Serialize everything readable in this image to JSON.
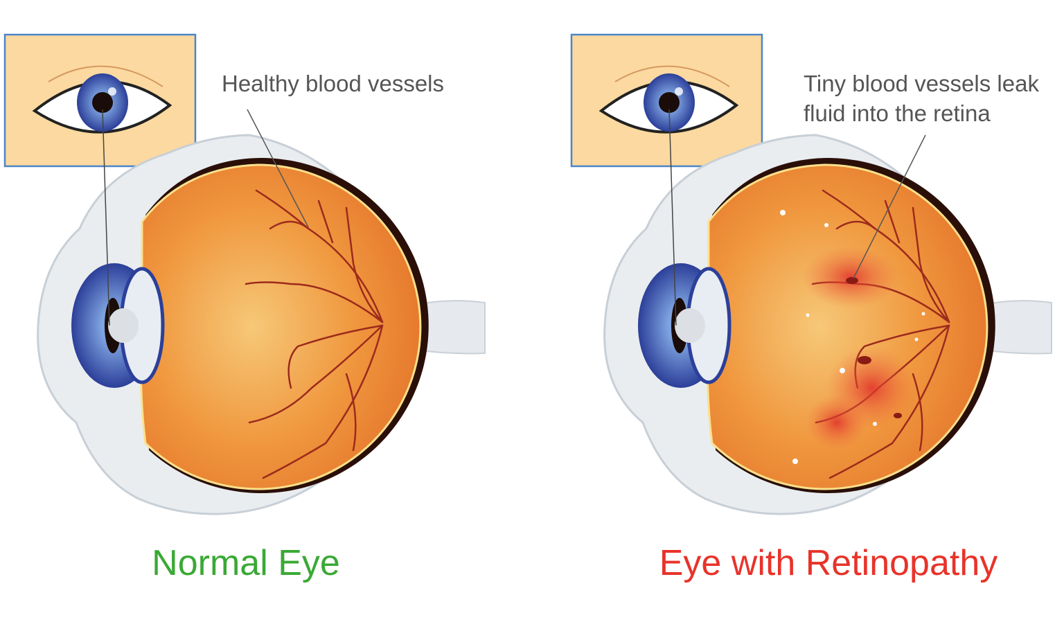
{
  "panels": [
    {
      "caption": "Normal Eye",
      "caption_color": "#3aa935",
      "annotation": [
        "Healthy blood vessels"
      ]
    },
    {
      "caption": "Eye with Retinopathy",
      "caption_color": "#e8332a",
      "annotation": [
        "Tiny blood vessels leak",
        "fluid into the retina"
      ]
    }
  ],
  "colors": {
    "retina": "#ef8a3c",
    "sclera": "#e4e8ec",
    "iris": "#3b5fb8",
    "inset_bg": "#fcd9a0",
    "inset_border": "#4a86c8",
    "vessel": "#9c2a1c",
    "leak": "#e23b2a"
  }
}
